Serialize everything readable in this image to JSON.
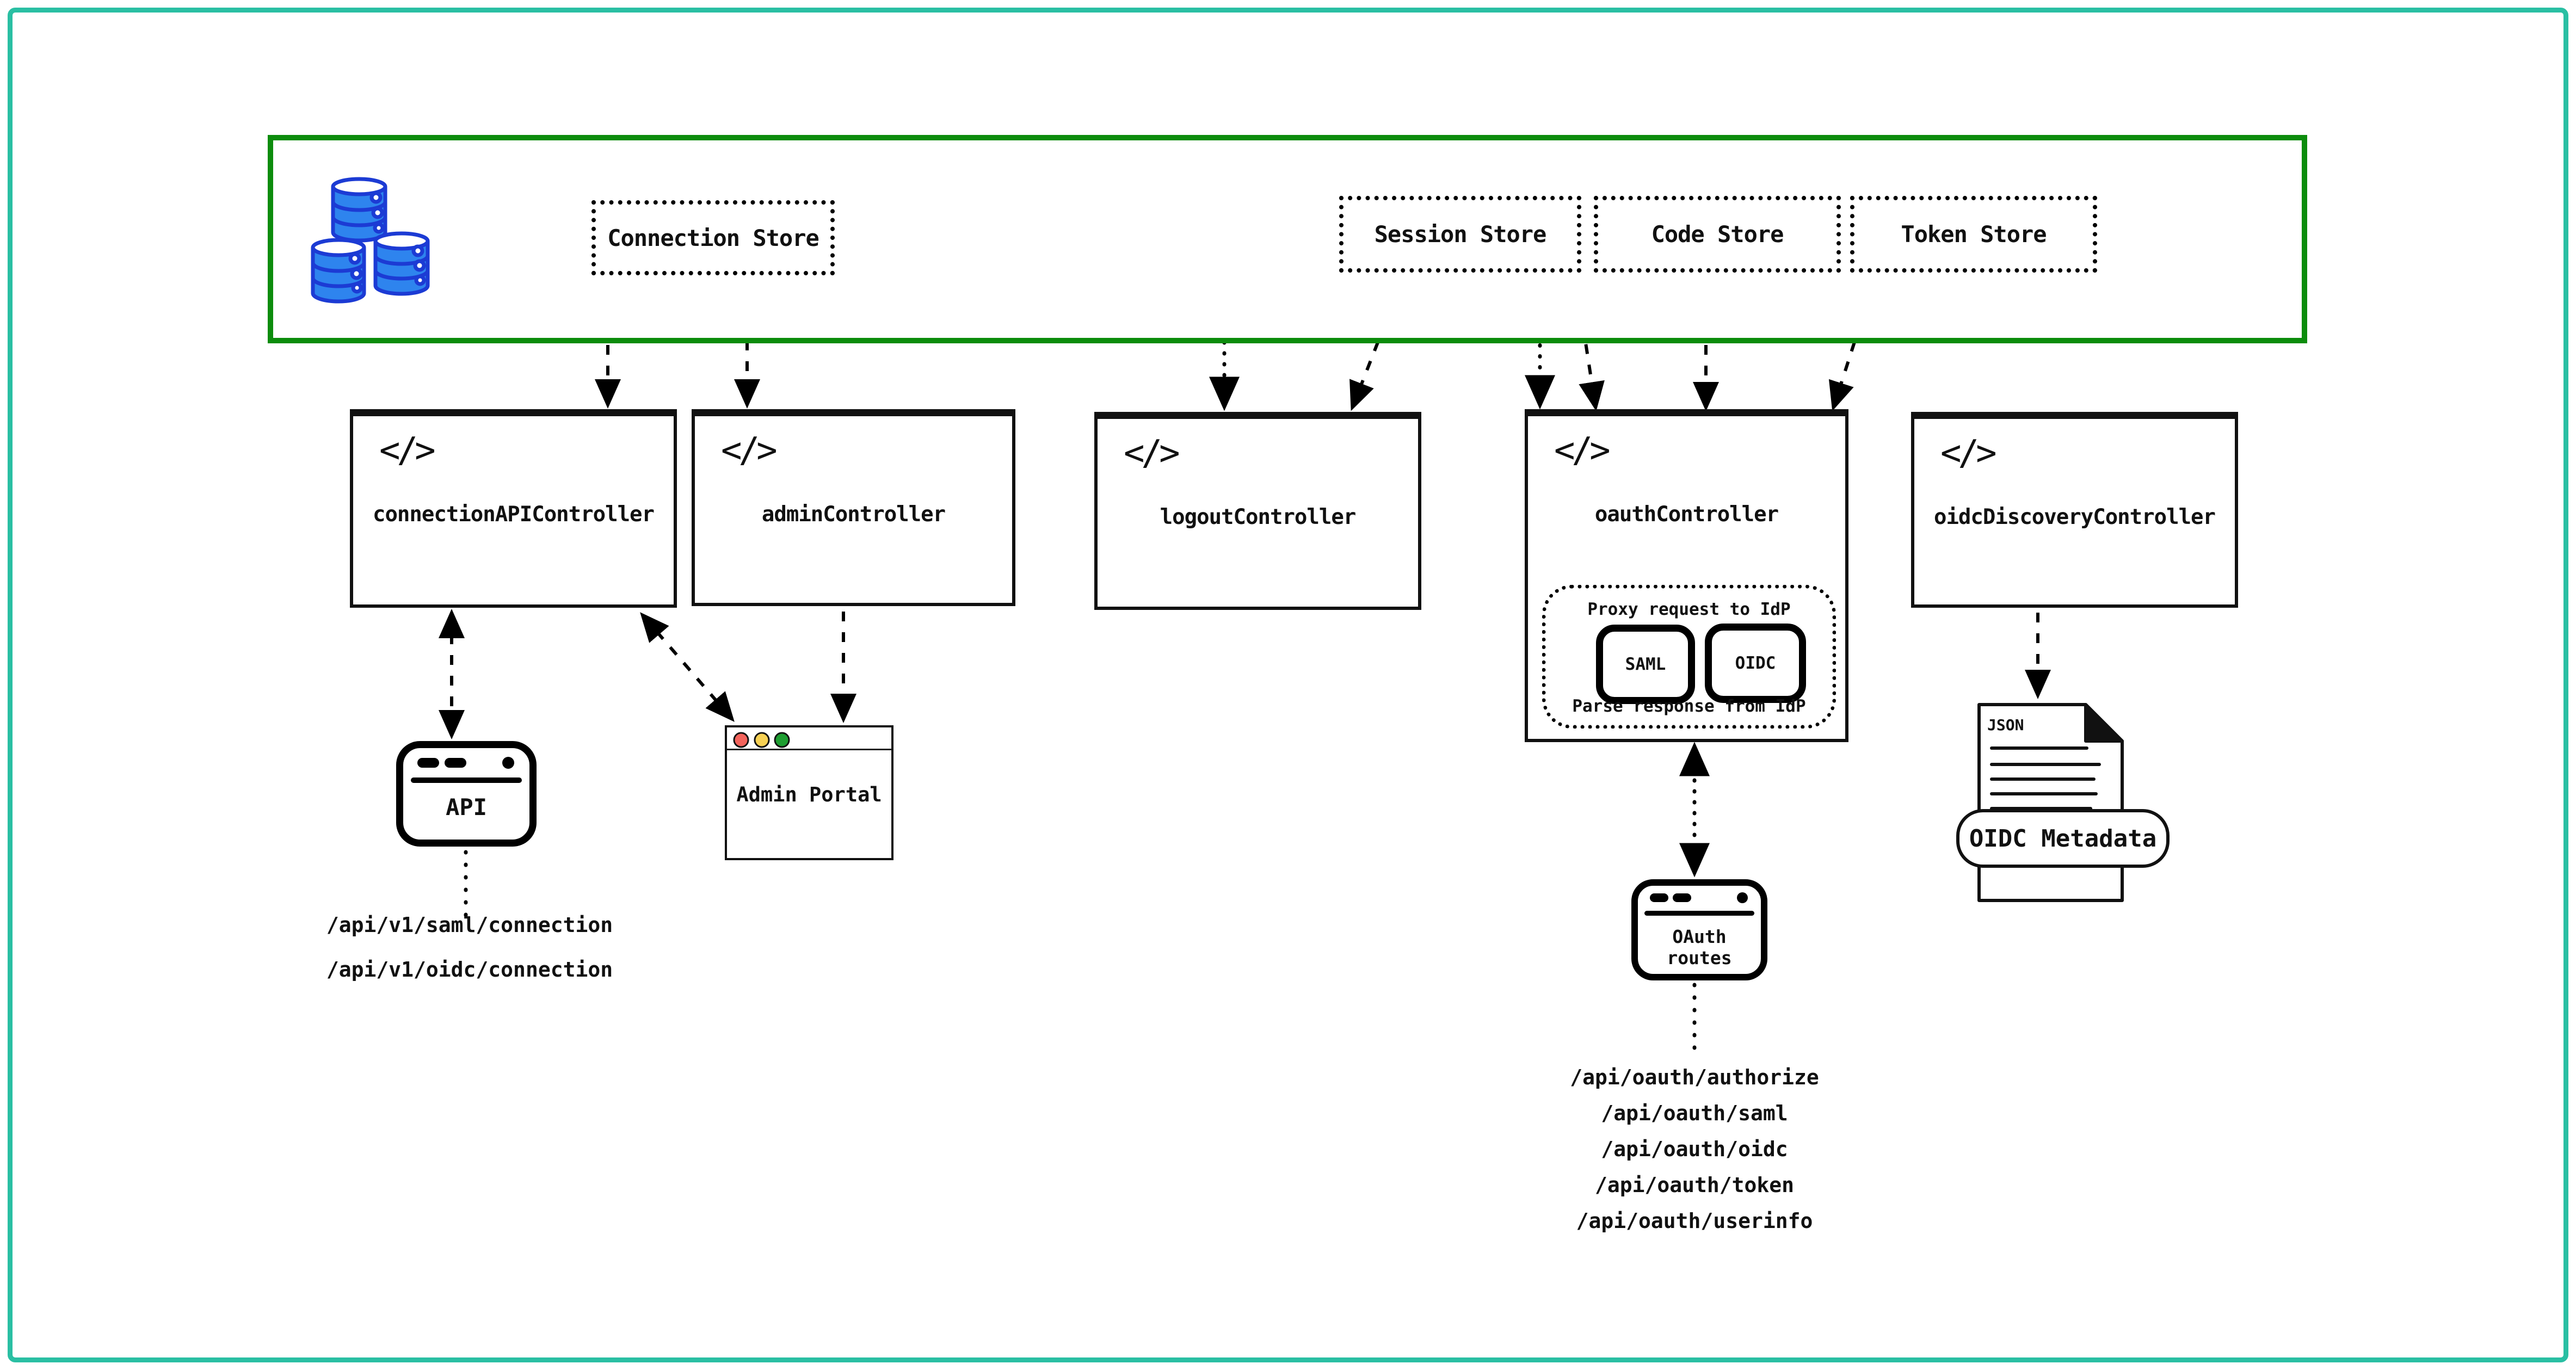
{
  "canvas": {
    "frame_color": "#2abfa3",
    "background": "#ffffff"
  },
  "store_zone": {
    "border_color": "#0c8c0c",
    "db_icon_color": "#2e84ee"
  },
  "stores": [
    {
      "label": "Connection Store"
    },
    {
      "label": "Session Store"
    },
    {
      "label": "Code Store"
    },
    {
      "label": "Token Store"
    }
  ],
  "icons": {
    "code_glyph": "</>"
  },
  "controllers": [
    {
      "label": "connectionAPIController"
    },
    {
      "label": "adminController"
    },
    {
      "label": "logoutController"
    },
    {
      "label": "oauthController"
    },
    {
      "label": "oidcDiscoveryController"
    }
  ],
  "idp_proxy": {
    "title": "Proxy request to IdP",
    "saml_label": "SAML",
    "oidc_label": "OIDC",
    "footer": "Parse response from IdP"
  },
  "api_window": {
    "label": "API"
  },
  "api_routes": [
    "/api/v1/saml/connection",
    "/api/v1/oidc/connection"
  ],
  "admin_portal": {
    "label": "Admin Portal",
    "lights": [
      "#f4645c",
      "#f7d154",
      "#1e9e31"
    ]
  },
  "oauth_window": {
    "label": "OAuth routes"
  },
  "oauth_routes": [
    "/api/oauth/authorize",
    "/api/oauth/saml",
    "/api/oauth/oidc",
    "/api/oauth/token",
    "/api/oauth/userinfo"
  ],
  "metadata_doc": {
    "file_type": "JSON",
    "label": "OIDC Metadata"
  }
}
